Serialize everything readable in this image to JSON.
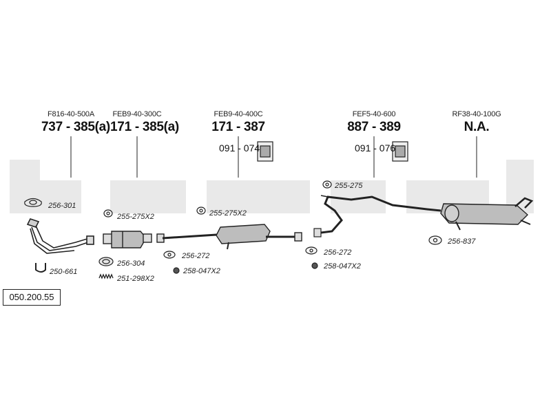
{
  "assembly_code": "050.200.55",
  "columns": [
    {
      "oem": "F816-40-500A",
      "part": "737 - 385(a)",
      "mount": ""
    },
    {
      "oem": "FEB9-40-300C",
      "part": "171 - 385(a)",
      "mount": ""
    },
    {
      "oem": "FEB9-40-400C",
      "part": "171 - 387",
      "mount": "091 - 074"
    },
    {
      "oem": "FEF5-40-600",
      "part": "887 - 389",
      "mount": "091 - 076"
    },
    {
      "oem": "RF38-40-100G",
      "part": "N.A.",
      "mount": ""
    }
  ],
  "accessories": {
    "a1": "256-301",
    "a2": "250-661",
    "a3": "255-275X2",
    "a4": "256-304",
    "a5": "251-298X2",
    "a6": "255-275X2",
    "a7": "256-272",
    "a8": "258-047X2",
    "a9": "255-275",
    "a10": "256-272",
    "a11": "258-047X2",
    "a12": "256-837"
  },
  "colors": {
    "watermark": "#e9e9e9",
    "line": "#222222"
  }
}
